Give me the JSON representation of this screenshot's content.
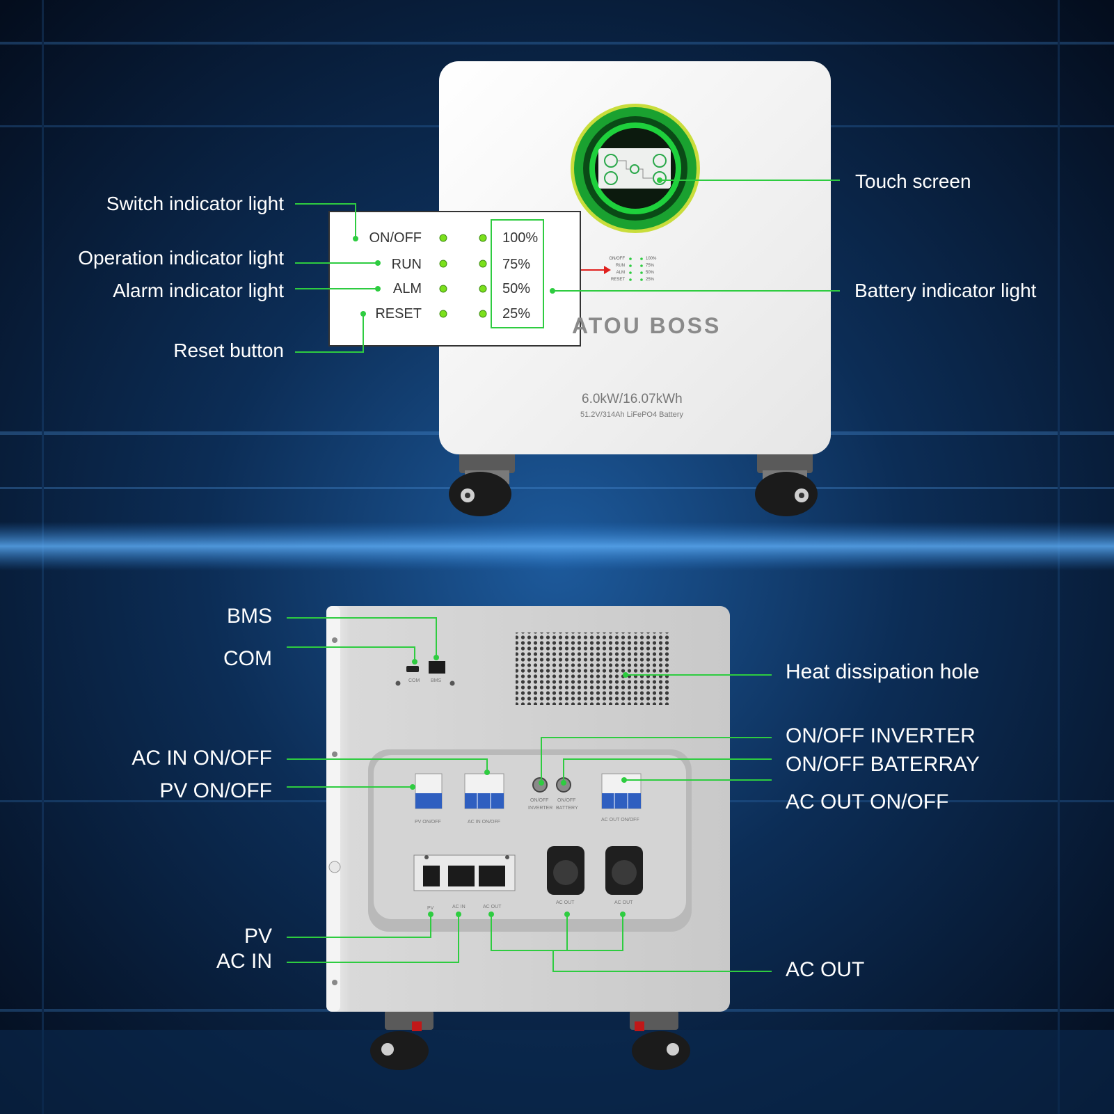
{
  "front_labels": {
    "switch_indicator": "Switch indicator light",
    "operation_indicator": "Operation indicator light",
    "alarm_indicator": "Alarm indicator light",
    "reset_button": "Reset button",
    "touch_screen": "Touch screen",
    "battery_indicator": "Battery indicator light"
  },
  "indicator_panel": {
    "status_rows": [
      "ON/OFF",
      "RUN",
      "ALM",
      "RESET"
    ],
    "battery_levels": [
      "100%",
      "75%",
      "50%",
      "25%"
    ]
  },
  "product": {
    "brand": "ATOU BOSS",
    "rating": "6.0kW/16.07kWh",
    "battery_spec": "51.2V/314Ah LiFePO4 Battery"
  },
  "back_labels": {
    "bms": "BMS",
    "com": "COM",
    "heat_dissipation": "Heat dissipation hole",
    "on_off_inverter": "ON/OFF INVERTER",
    "on_off_battery": "ON/OFF BATERRAY",
    "ac_out_on_off": "AC OUT ON/OFF",
    "ac_in_on_off": "AC IN ON/OFF",
    "pv_on_off": "PV ON/OFF",
    "pv": "PV",
    "ac_in": "AC IN",
    "ac_out": "AC OUT"
  },
  "back_panel_text": {
    "com_port": "COM",
    "bms_port": "BMS",
    "pv_breaker": "PV ON/OFF",
    "ac_in_breaker": "AC IN ON/OFF",
    "inverter_switch_1": "ON/OFF",
    "inverter_switch_2": "INVERTER",
    "battery_switch_1": "ON/OFF",
    "battery_switch_2": "BATTERY",
    "ac_out_breaker": "AC OUT ON/OFF",
    "terminal_pv": "PV",
    "terminal_ac_in": "AC IN",
    "terminal_ac_out": "AC OUT",
    "socket_1": "AC OUT",
    "socket_2": "AC OUT"
  },
  "colors": {
    "callout_line": "#2ecc40",
    "led_green": "#7be01c",
    "background_dark": "#06142a",
    "background_glow": "#2a78c8"
  }
}
